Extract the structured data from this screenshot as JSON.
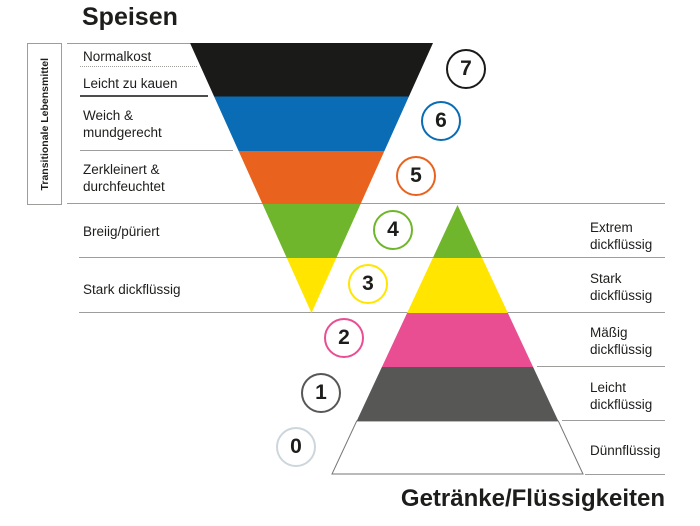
{
  "speisen": {
    "title": "Speisen",
    "transitional_box_label": "Transitionale Lebensmittel",
    "levels": [
      {
        "level": 7,
        "lines": [
          "Normalkost"
        ]
      },
      {
        "level": 7,
        "lines": [
          "Leicht zu kauen"
        ]
      },
      {
        "level": 6,
        "lines": [
          "Weich &",
          "mundgerecht"
        ]
      },
      {
        "level": 5,
        "lines": [
          "Zerkleinert &",
          "durchfeuchtet"
        ]
      },
      {
        "level": 4,
        "lines": [
          "Breiig/püriert"
        ]
      },
      {
        "level": 3,
        "lines": [
          "Stark dickflüssig"
        ]
      }
    ]
  },
  "getraenke": {
    "title": "Getränke/Flüssigkeiten",
    "levels": [
      {
        "level": 4,
        "lines": [
          "Extrem",
          "dickflüssig"
        ]
      },
      {
        "level": 3,
        "lines": [
          "Stark",
          "dickflüssig"
        ]
      },
      {
        "level": 2,
        "lines": [
          "Mäßig",
          "dickflüssig"
        ]
      },
      {
        "level": 1,
        "lines": [
          "Leicht",
          "dickflüssig"
        ]
      },
      {
        "level": 0,
        "lines": [
          "Dünnflüssig"
        ]
      }
    ]
  },
  "badges": [
    {
      "number": "7",
      "color": "#1a1a18"
    },
    {
      "number": "6",
      "color": "#0a6cb4"
    },
    {
      "number": "5",
      "color": "#e9621e"
    },
    {
      "number": "4",
      "color": "#70b62c"
    },
    {
      "number": "3",
      "color": "#ffe500"
    },
    {
      "number": "2",
      "color": "#e94e92"
    },
    {
      "number": "1",
      "color": "#575756"
    },
    {
      "number": "0",
      "color": "#cdd6dc"
    }
  ],
  "colors": {
    "level7_black": "#1a1a18",
    "level6_blue": "#0a6cb4",
    "level5_orange": "#e9621e",
    "level4_green": "#70b62c",
    "level3_yellow": "#ffe500",
    "level2_pink": "#e94e92",
    "level1_grey": "#575756",
    "level0_white": "#ffffff",
    "line_grey": "#9d9d9c",
    "text_dark": "#1d1d1b"
  }
}
